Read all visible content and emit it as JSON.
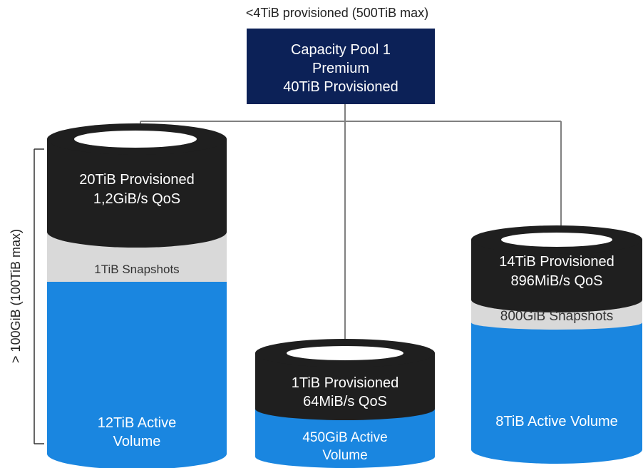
{
  "header": {
    "caption": "<4TiB provisioned (500TiB max)"
  },
  "pool": {
    "line1": "Capacity Pool 1",
    "line2": "Premium",
    "line3": "40TiB Provisioned",
    "color": "#0c2157"
  },
  "side_label": "> 100GiB (100TiB max)",
  "volumes": [
    {
      "provisioned": "20TiB Provisioned",
      "qos": "1,2GiB/s QoS",
      "snapshots": "1TiB Snapshots",
      "active_line1": "12TiB Active",
      "active_line2": "Volume"
    },
    {
      "provisioned": "1TiB Provisioned",
      "qos": "64MiB/s QoS",
      "active_line1": "450GiB Active",
      "active_line2": "Volume"
    },
    {
      "provisioned": "14TiB Provisioned",
      "qos": "896MiB/s QoS",
      "snapshots": "800GiB Snapshots",
      "active_line1": "8TiB Active Volume"
    }
  ],
  "colors": {
    "cylinder_top": "#1f1f1f",
    "snapshot": "#d9d9d9",
    "active": "#1a86e0",
    "connector": "#808080"
  }
}
